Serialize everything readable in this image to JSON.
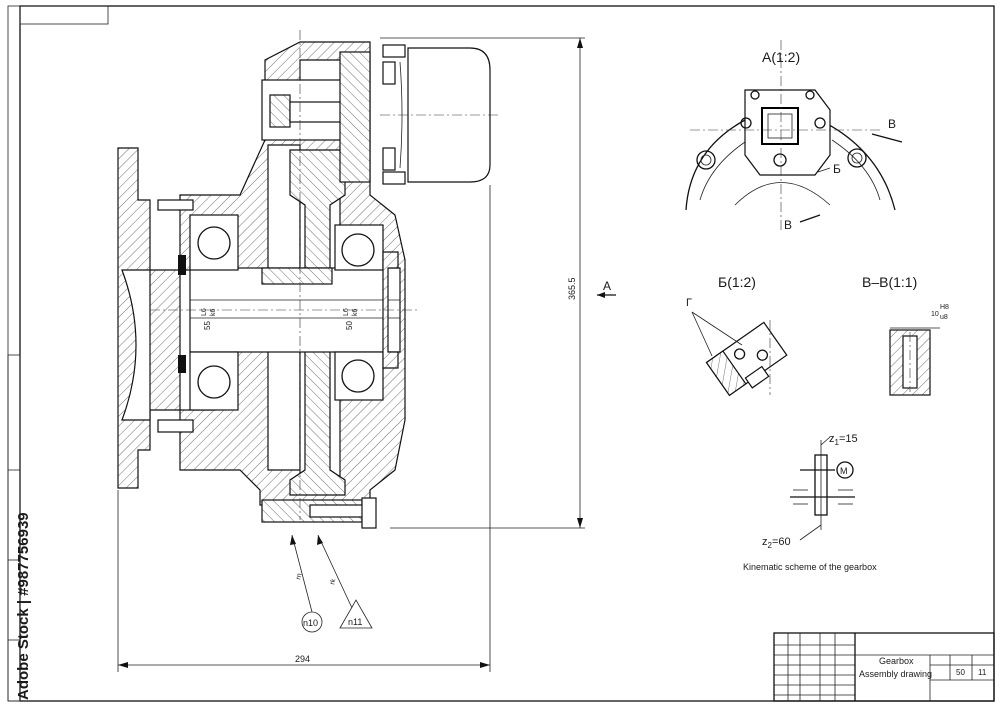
{
  "views": {
    "view_a": "A(1:2)",
    "view_b": "Б(1:2)",
    "view_vv": "В–В(1:1)"
  },
  "section_marks": {
    "arrow_a": "A",
    "mark_v_top": "В",
    "mark_v_bottom": "В",
    "mark_b": "Б",
    "mark_g": "Г"
  },
  "dimensions": {
    "height": "365.5",
    "width": "294",
    "fit_left_top": "L6",
    "fit_left_bottom": "k6",
    "fit_left_size": "55",
    "fit_right_top": "L6",
    "fit_right_bottom": "k6",
    "fit_right_size": "50",
    "vv_size": "10",
    "vv_fit_top": "H8",
    "vv_fit_bottom": "u8"
  },
  "leaders": {
    "n10": "n10",
    "n11": "n11",
    "l1": "rn",
    "l2": "rk"
  },
  "kinematic": {
    "z1_label": "z",
    "z1_sub": "1",
    "z1_value": "=15",
    "z2_label": "z",
    "z2_sub": "2",
    "z2_value": "=60",
    "motor": "M",
    "caption": "Kinematic scheme of the gearbox"
  },
  "title_block": {
    "name_line1": "Gearbox",
    "name_line2": "Assembly drawing",
    "sheet_a": "50",
    "sheet_b": "11"
  },
  "watermark": "Adobe Stock | #987756939"
}
